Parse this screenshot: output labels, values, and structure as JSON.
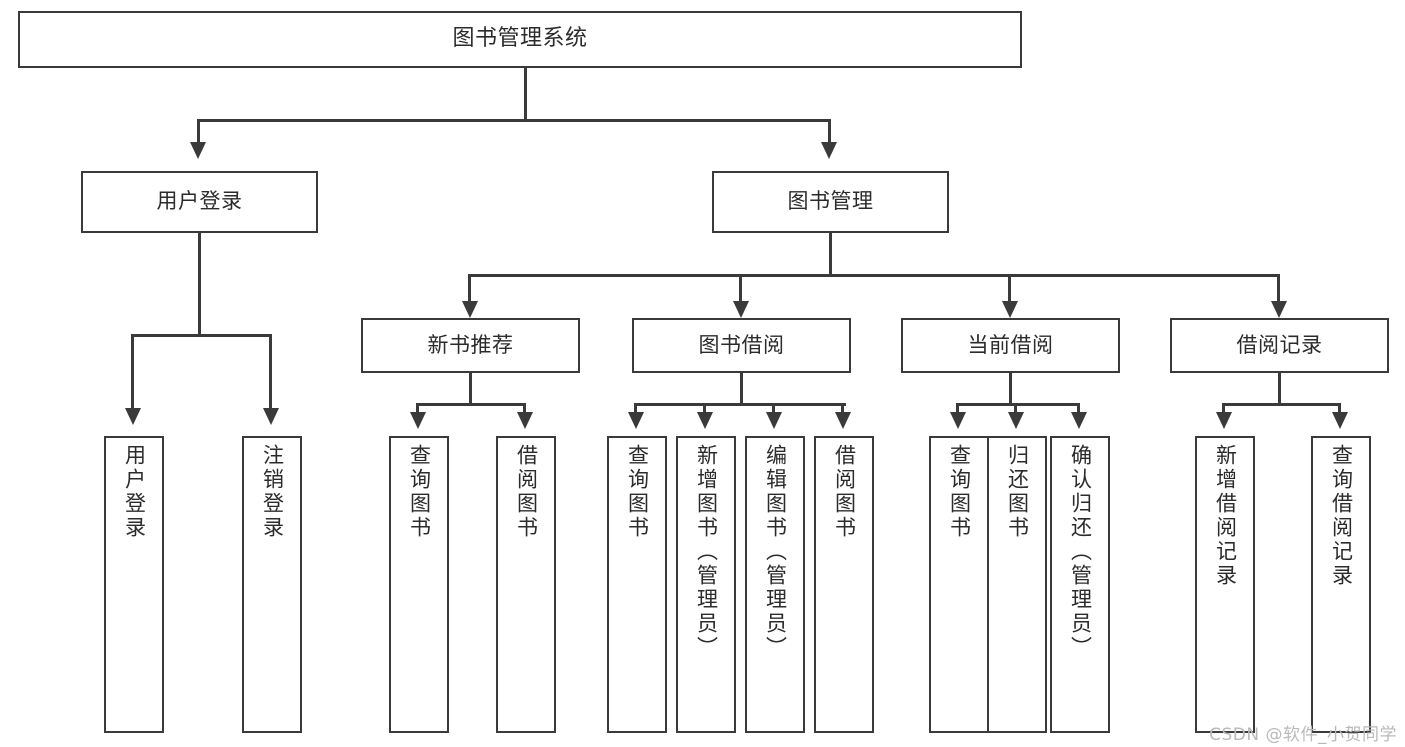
{
  "diagram": {
    "type": "tree",
    "title": "图书管理系统",
    "root": {
      "label": "图书管理系统"
    },
    "level2": [
      {
        "label": "用户登录"
      },
      {
        "label": "图书管理"
      }
    ],
    "level3": [
      {
        "label": "新书推荐"
      },
      {
        "label": "图书借阅"
      },
      {
        "label": "当前借阅"
      },
      {
        "label": "借阅记录"
      }
    ],
    "leaves": [
      {
        "label": "用户登录"
      },
      {
        "label": "注销登录"
      },
      {
        "label": "查询图书"
      },
      {
        "label": "借阅图书"
      },
      {
        "label": "查询图书"
      },
      {
        "label": "新增图书（管理员）"
      },
      {
        "label": "编辑图书（管理员）"
      },
      {
        "label": "借阅图书"
      },
      {
        "label": "查询图书"
      },
      {
        "label": "归还图书"
      },
      {
        "label": "确认归还（管理员）"
      },
      {
        "label": "新增借阅记录"
      },
      {
        "label": "查询借阅记录"
      }
    ]
  },
  "watermark": {
    "text": "CSDN @软件_小贺同学"
  },
  "colors": {
    "line": "#3a3a3a",
    "box_border": "#3a3a3a",
    "box_fill": "#ffffff",
    "text": "#2b2b2b",
    "background": "#ffffff",
    "watermark": "#b9b9b9"
  }
}
